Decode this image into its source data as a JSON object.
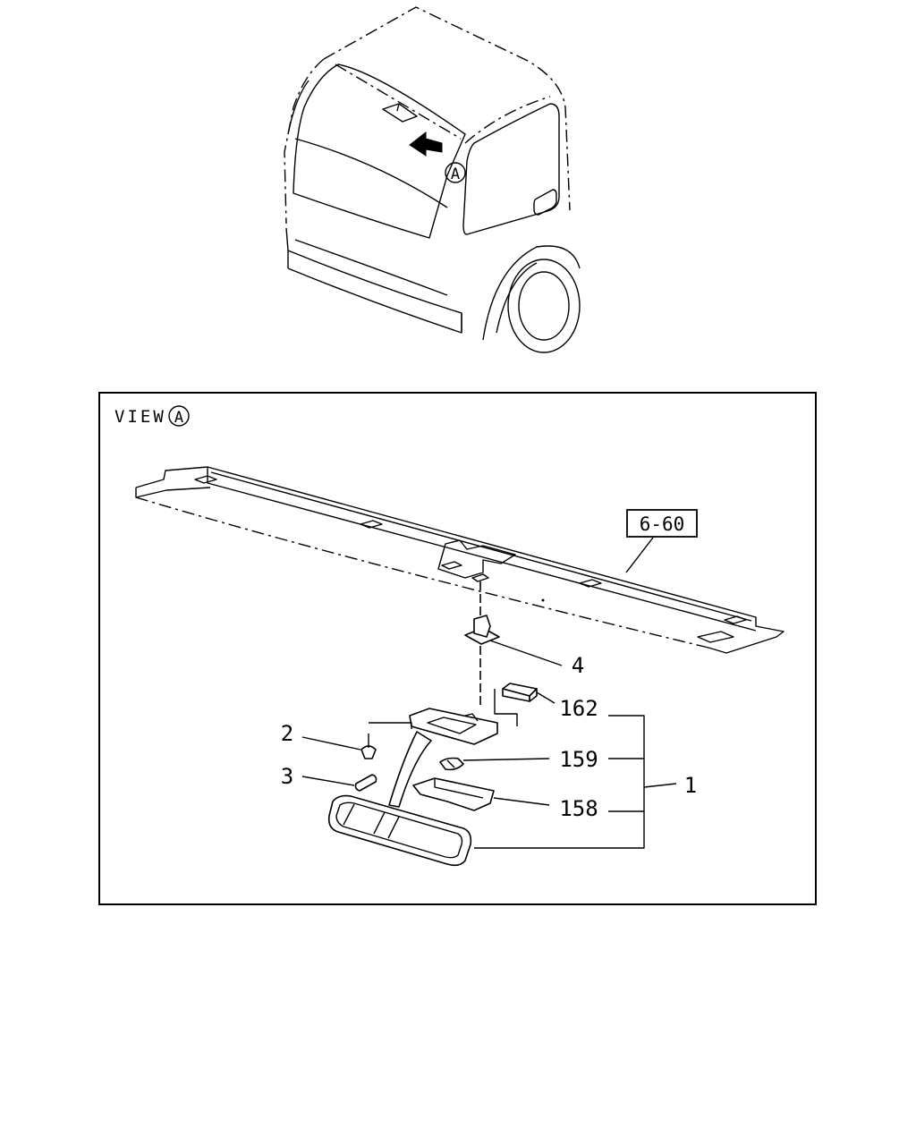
{
  "view_label": {
    "text": "VIEW",
    "marker": "A"
  },
  "truck_marker": "A",
  "callouts": {
    "ref_box": "6-60",
    "part_4": "4",
    "part_162": "162",
    "part_2": "2",
    "part_159": "159",
    "part_3": "3",
    "part_158": "158",
    "part_1": "1"
  },
  "icons": {
    "arrow": "view-direction-arrow",
    "mirror": "rear-view-mirror",
    "rail": "roof-rail"
  }
}
